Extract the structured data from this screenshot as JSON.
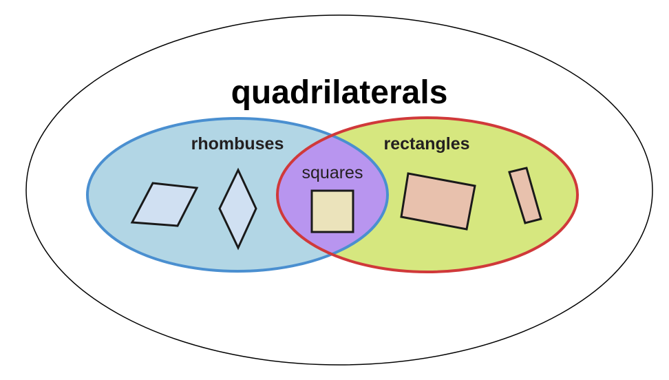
{
  "title": "quadrilaterals",
  "sets": {
    "left": {
      "label": "rhombuses",
      "fill": "#b2d6e5",
      "stroke": "#4a8fd0"
    },
    "right": {
      "label": "rectangles",
      "fill": "#d6e77f",
      "stroke": "#d0393a"
    },
    "intersection": {
      "label": "squares",
      "fill": "#b895ef"
    }
  },
  "shape_colors": {
    "rhombus": "#d0e0f2",
    "square": "#ebe3bb",
    "rectangle": "#e8c1ad"
  }
}
